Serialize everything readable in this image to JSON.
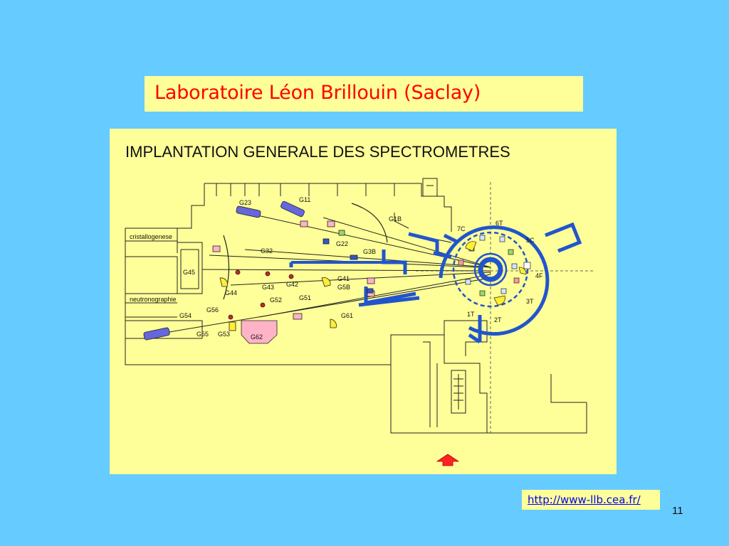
{
  "slide": {
    "title": "Laboratoire Léon Brillouin (Saclay)",
    "url": "http://www-llb.cea.fr/",
    "page_number": "11"
  },
  "plan": {
    "heading": "IMPLANTATION GENERALE DES SPECTROMETRES",
    "rooms": {
      "crystal": "cristallogenese",
      "neutro": "neutronographie"
    },
    "guides": {
      "g23": "G23",
      "g11": "G11",
      "g1b": "G1B",
      "g22": "G22",
      "g32": "G32",
      "g3b": "G3B",
      "g45": "G45",
      "g41": "G41",
      "g5b": "G5B",
      "g44": "G44",
      "g43": "G43",
      "g42": "G42",
      "g51": "G51",
      "g52": "G52",
      "g61": "G61",
      "g56": "G56",
      "g54": "G54",
      "g55": "G55",
      "g53": "G53",
      "g62": "G62"
    },
    "ports": {
      "p7c": "7C",
      "p6t": "6T",
      "p5c": "5C",
      "p4f": "4F",
      "p3t": "3T",
      "p2t": "2T",
      "p1t": "1T"
    }
  },
  "colors": {
    "background": "#66ccff",
    "panel": "#ffff99",
    "title": "#ff0000",
    "reactor": "#2255cc",
    "arrow": "#ff2222"
  }
}
